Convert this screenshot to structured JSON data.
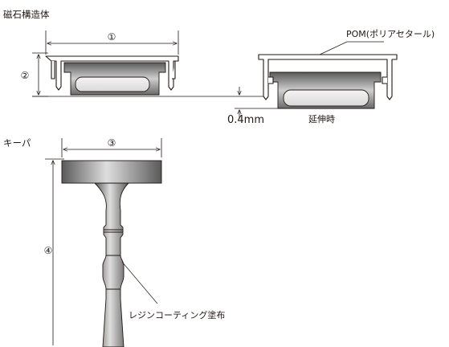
{
  "headings": {
    "magnet_structure": "磁石構造体",
    "key_part": "キーパ"
  },
  "marks": {
    "m1": "①",
    "m2": "②",
    "m3": "③",
    "m4": "④"
  },
  "labels": {
    "pom": "POM(ポリアセタール)",
    "gap": "0.4mm",
    "extended": "延伸時",
    "resin_coating": "レジンコーティング塗布"
  },
  "colors": {
    "line": "#231815",
    "metal_dark": "#6a6a6a",
    "metal_mid": "#a8a8a8",
    "metal_light": "#e6e6e6"
  }
}
